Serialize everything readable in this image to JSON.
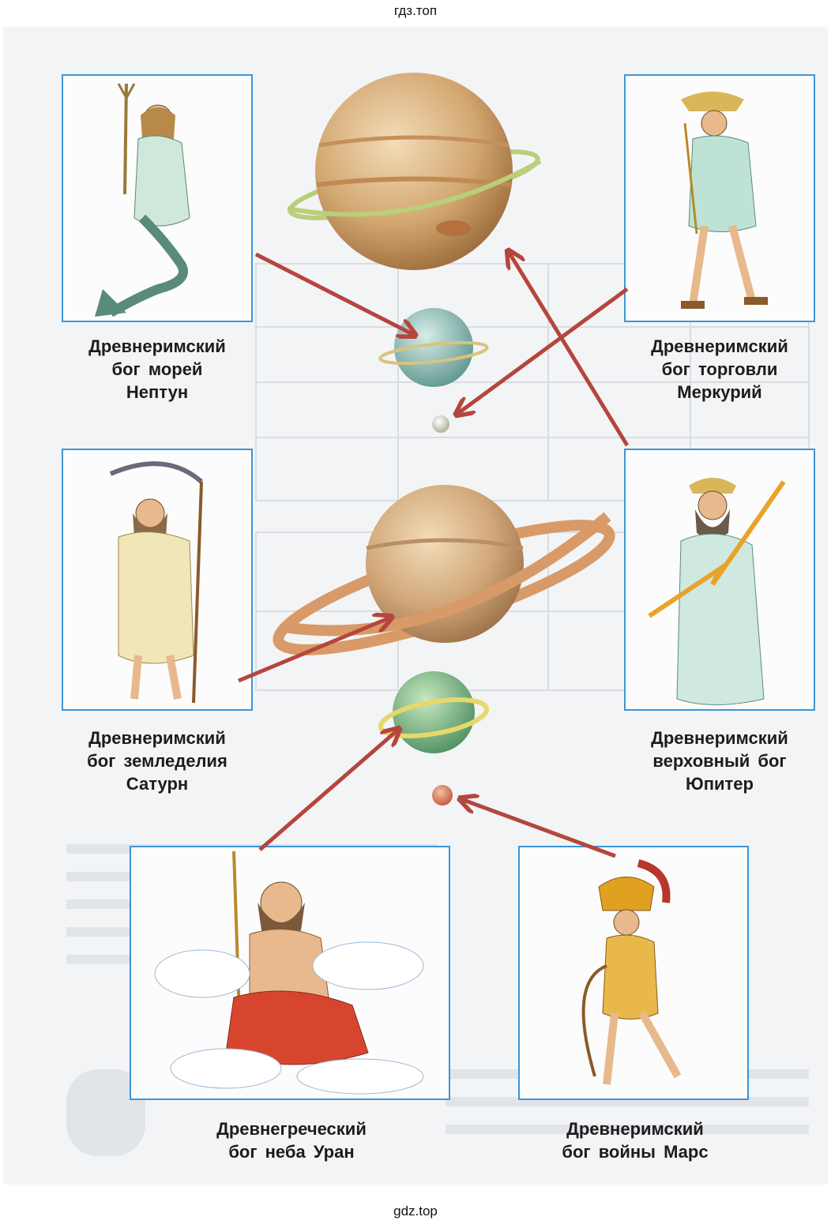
{
  "header": {
    "site": "гдз.топ"
  },
  "footer": {
    "site": "gdz.top"
  },
  "gods": [
    {
      "id": "neptune",
      "lines": [
        "Древнеримский",
        "бог морей",
        "Нептун"
      ]
    },
    {
      "id": "mercury",
      "lines": [
        "Древнеримский",
        "бог торговли",
        "Меркурий"
      ]
    },
    {
      "id": "saturn",
      "lines": [
        "Древнеримский",
        "бог земледелия",
        "Сатурн"
      ]
    },
    {
      "id": "jupiter",
      "lines": [
        "Древнеримский",
        "верховный бог",
        "Юпитер"
      ]
    },
    {
      "id": "uranus",
      "lines": [
        "Древнегреческий",
        "бог неба Уран"
      ]
    },
    {
      "id": "mars",
      "lines": [
        "Древнеримский",
        "бог войны Марс"
      ]
    }
  ],
  "colors": {
    "frame": "#3d95d8",
    "arrow": "#b5463d",
    "background": "#f3f4f6"
  }
}
